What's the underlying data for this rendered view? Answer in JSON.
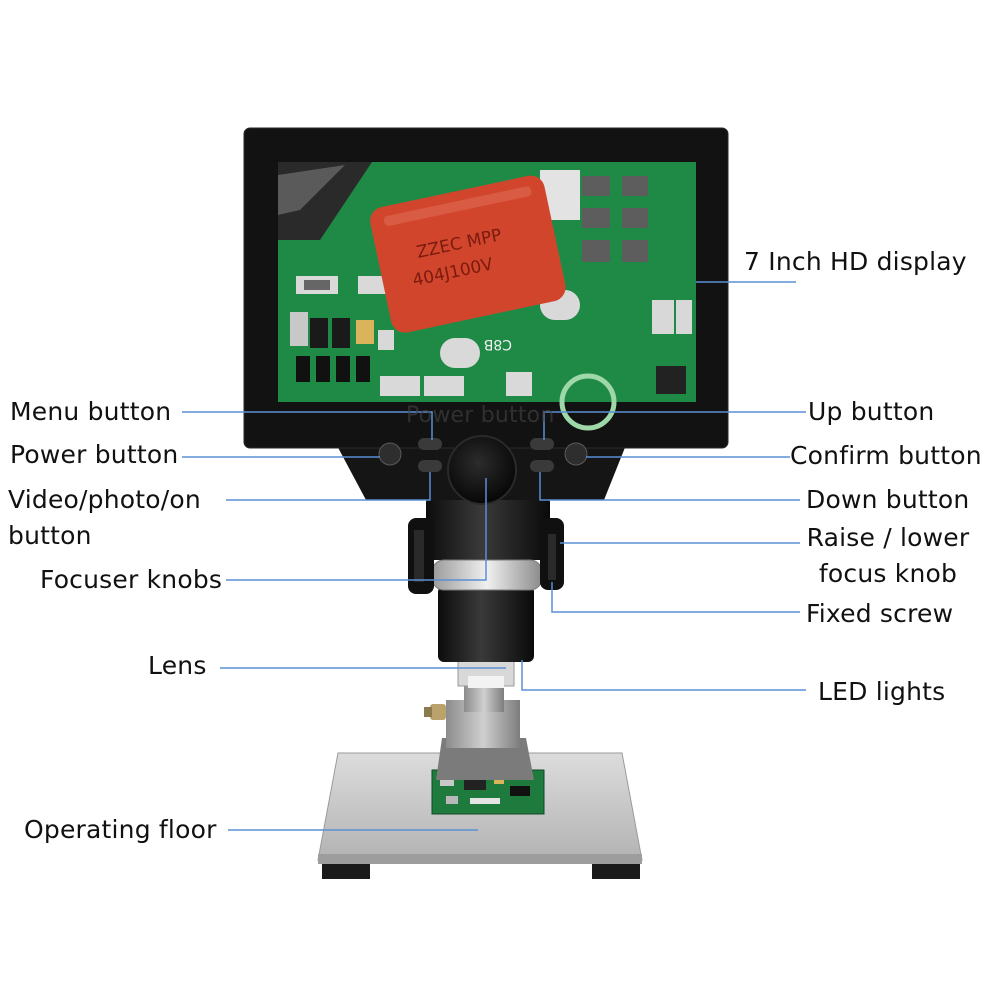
{
  "colors": {
    "leader_line": "#5b8fd6",
    "pcb_green": "#1f8a45",
    "capacitor_red": "#d2452d",
    "housing_black": "#121212",
    "base_silver": "#c8c8c8"
  },
  "labels": {
    "display": "7 Inch HD display",
    "menu": "Menu button",
    "power": "Power button",
    "power_overlay": "Power button",
    "video": "Video/photo/on\nbutton",
    "focuser": "Focuser knobs",
    "lens": "Lens",
    "floor": "Operating floor",
    "up": "Up button",
    "confirm": "Confirm button",
    "down": "Down button",
    "raise": "Raise / lower\nfocus knob",
    "screw": "Fixed screw",
    "led": "LED lights"
  },
  "screen_print": {
    "capacitor_line1": "ZZEC MPP",
    "capacitor_line2": "404J100V",
    "board_mark": "C8B"
  }
}
